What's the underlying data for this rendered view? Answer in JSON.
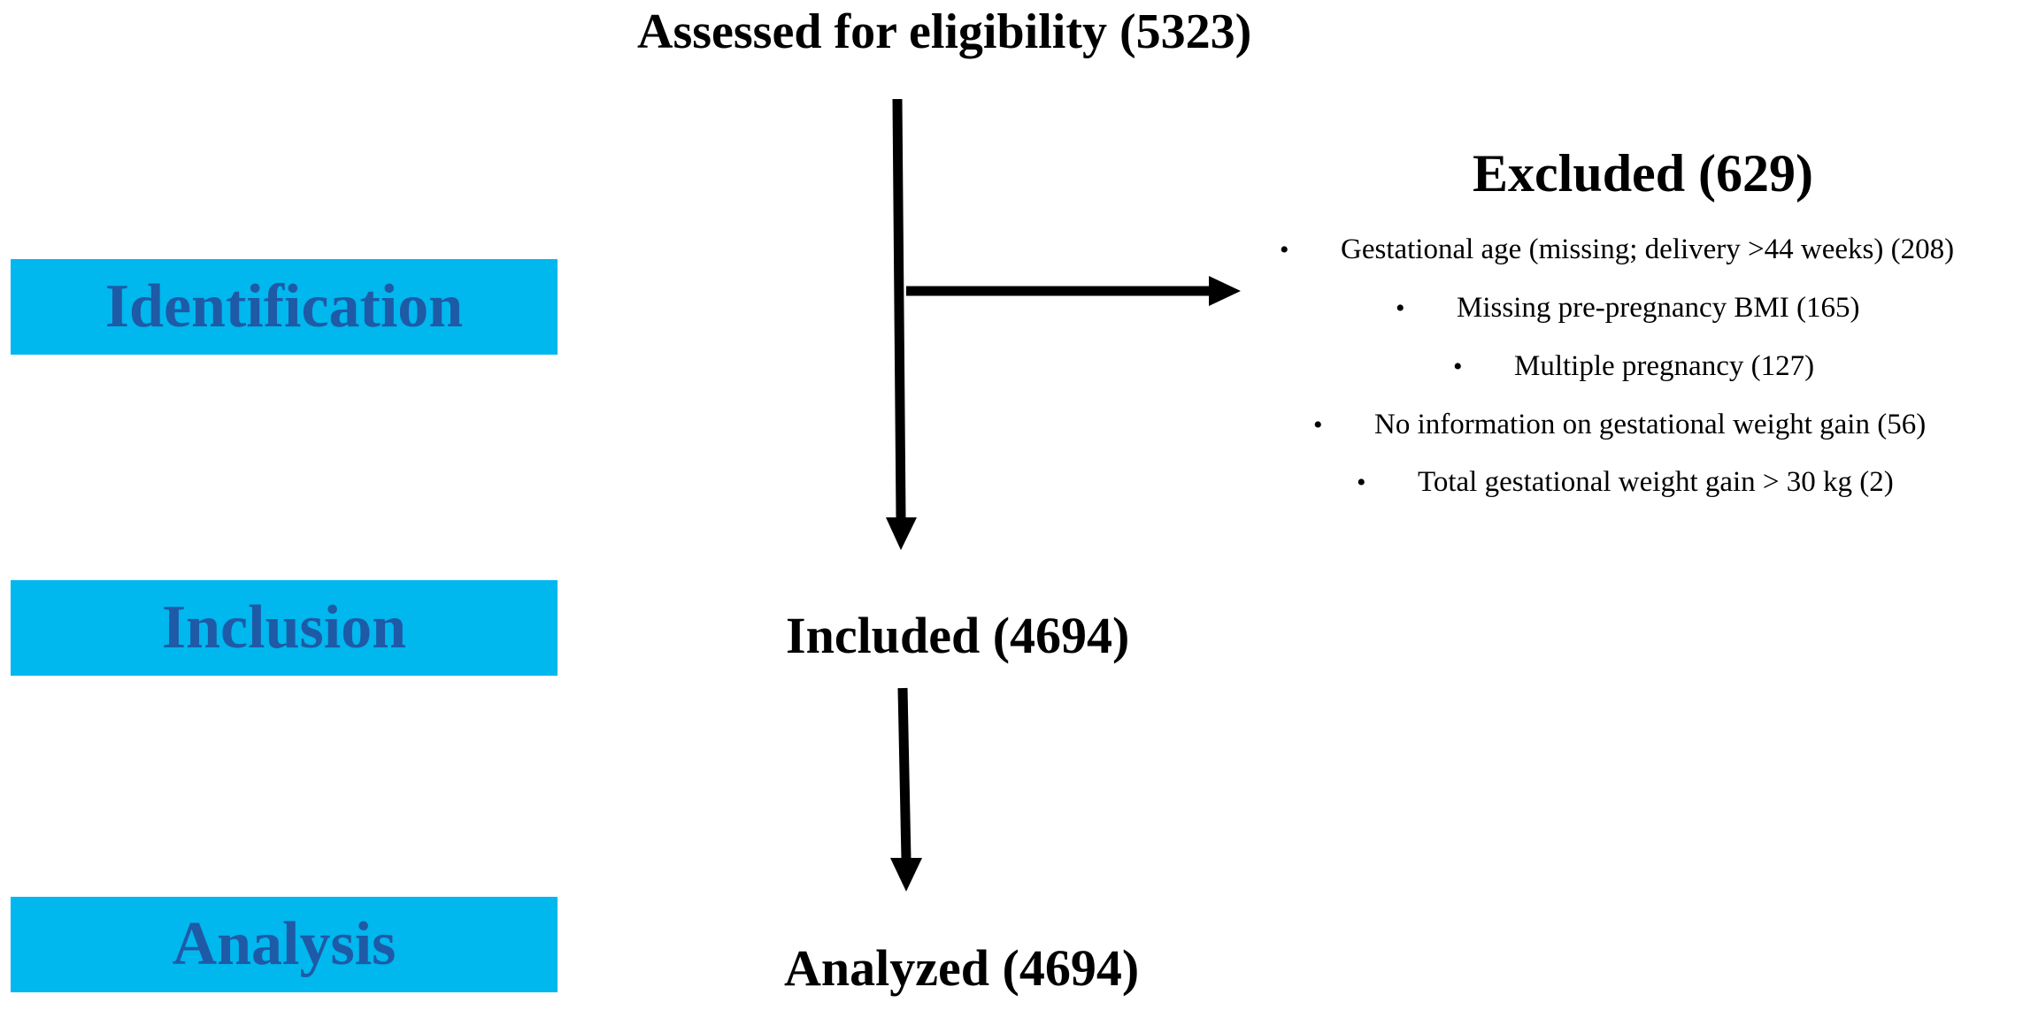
{
  "stages": {
    "identification": "Identification",
    "inclusion": "Inclusion",
    "analysis": "Analysis"
  },
  "nodes": {
    "assessed": "Assessed for eligibility (5323)",
    "excluded": "Excluded (629)",
    "included": "Included (4694)",
    "analyzed": "Analyzed (4694)"
  },
  "exclusions": [
    "Gestational age (missing; delivery >44 weeks) (208)",
    "Missing pre-pregnancy BMI (165)",
    "Multiple pregnancy (127)",
    "No information on gestational weight gain (56)",
    "Total gestational weight gain > 30 kg (2)"
  ],
  "bullet_glyph": "•",
  "colors": {
    "stage_fill": "#00b7ee",
    "stage_text": "#1f5aa6",
    "arrows": "#000000"
  }
}
